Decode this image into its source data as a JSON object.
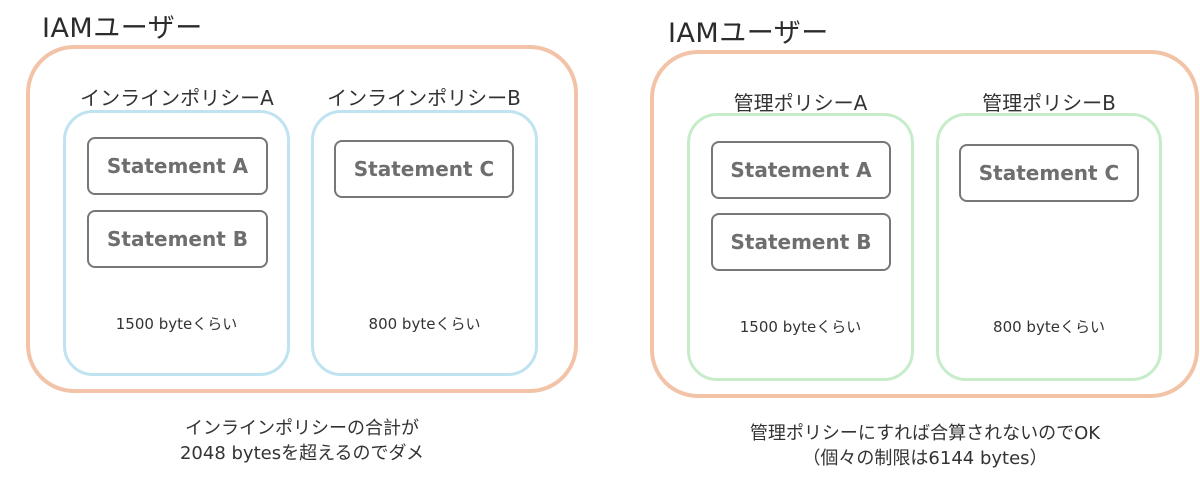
{
  "left": {
    "title": "IAMユーザー",
    "policies": [
      {
        "title": "インラインポリシーA",
        "statements": [
          "Statement A",
          "Statement B"
        ],
        "size": "1500 byteくらい"
      },
      {
        "title": "インラインポリシーB",
        "statements": [
          "Statement C"
        ],
        "size": "800 byteくらい"
      }
    ],
    "caption": [
      "インラインポリシーの合計が",
      "2048 bytesを超えるのでダメ"
    ]
  },
  "right": {
    "title": "IAMユーザー",
    "policies": [
      {
        "title": "管理ポリシーA",
        "statements": [
          "Statement A",
          "Statement B"
        ],
        "size": "1500 byteくらい"
      },
      {
        "title": "管理ポリシーB",
        "statements": [
          "Statement C"
        ],
        "size": "800 byteくらい"
      }
    ],
    "caption": [
      "管理ポリシーにすれば合算されないのでOK",
      "（個々の制限は6144 bytes）"
    ]
  },
  "colors": {
    "user_border": "#f3c3a8",
    "inline_border": "#bfe3f0",
    "managed_border": "#c6ecc9",
    "statement_border": "#777777"
  }
}
